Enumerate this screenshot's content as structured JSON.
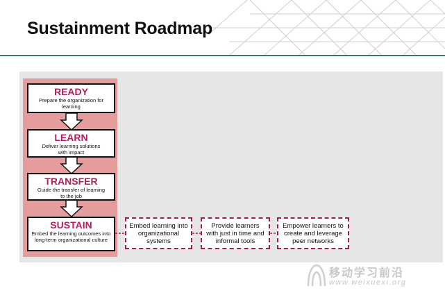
{
  "slide": {
    "title": "Sustainment Roadmap"
  },
  "stages": [
    {
      "heading": "READY",
      "desc": "Prepare the organization for learning"
    },
    {
      "heading": "LEARN",
      "desc": "Deliver learning solutions with impact"
    },
    {
      "heading": "TRANSFER",
      "desc": "Guide the transfer of learning to the job"
    },
    {
      "heading": "SUSTAIN",
      "desc": "Embed the learning outcomes into long-term organizational culture"
    }
  ],
  "sustain_steps": [
    "Embed learning into organizational systems",
    "Provide learners with just in time and informal tools",
    "Empower learners to create and leverage peer networks"
  ],
  "watermark": {
    "chinese": "移动学习前沿",
    "url": "www.weixuexi.org"
  },
  "colors": {
    "accent": "#b0215a",
    "column": "#e59c9c",
    "dashed_border": "#9b1f4d",
    "rule": "#3f7a5a"
  }
}
